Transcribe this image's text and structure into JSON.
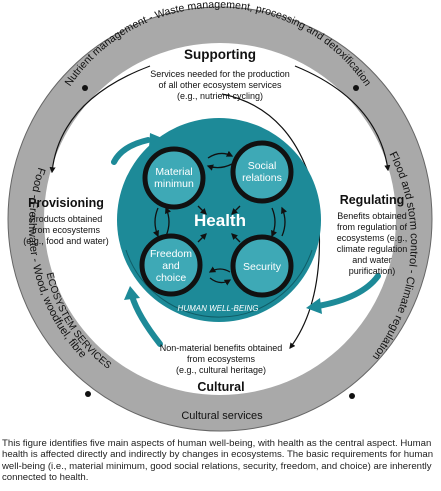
{
  "ring_text": {
    "top": "Nutrient management - Waste management, processing and detoxification",
    "right": "Flood and storm control - Climate regulation",
    "left": "Food - Freshwater - Wood, woodfuel, fibre",
    "ecosystem_services": "ECOSYSTEM SERVICES",
    "cultural_services": "Cultural services"
  },
  "supporting": {
    "title": "Supporting",
    "lines": [
      "Services needed for the production",
      "of all other ecosystem services",
      "(e.g., nutrient cycling)"
    ]
  },
  "provisioning": {
    "title": "Provisioning",
    "lines": [
      "Products obtained",
      "from ecosystems",
      "(e.g., food and water)"
    ]
  },
  "regulating": {
    "title": "Regulating",
    "lines": [
      "Benefits obtained",
      "from regulation of",
      "ecosystems (e.g.,",
      "climate regulation",
      "and water",
      "purification)"
    ]
  },
  "cultural": {
    "title": "Cultural",
    "lines": [
      "Non-material benefits obtained",
      "from ecosystems",
      "(e.g., cultural heritage)"
    ]
  },
  "center": {
    "health": "Health",
    "human_wellbeing": "HUMAN WELL-BEING",
    "material": [
      "Material",
      "minimun"
    ],
    "social": [
      "Social",
      "relations"
    ],
    "freedom": [
      "Freedom",
      "and",
      "choice"
    ],
    "security": "Security"
  },
  "caption": "This figure identifies five main aspects of human well-being, with health as the central aspect. Human health is affected directly and indirectly by changes in ecosystems. The basic requirements for human well-being (i.e., material minimum, good social relations, security, freedom, and choice) are inherently connected to health.",
  "colors": {
    "ring": "#a9a9a9",
    "inner": "#ffffff",
    "teal": "#1d8a98",
    "teal_light": "#3ea9b6",
    "dark": "#111111"
  }
}
